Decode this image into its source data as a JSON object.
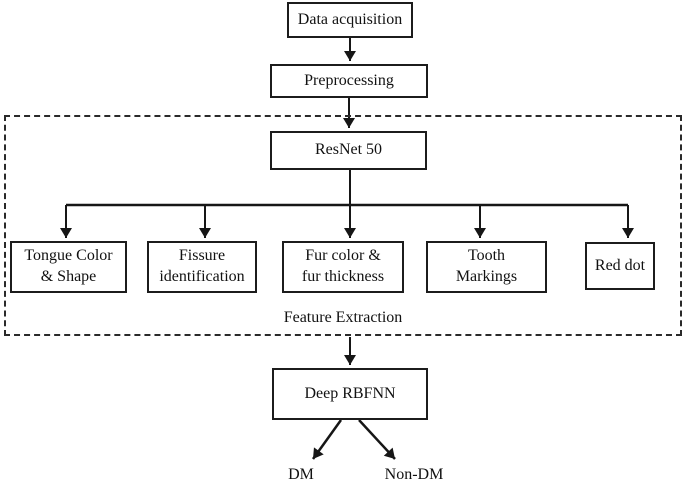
{
  "diagram": {
    "nodes": {
      "data_acquisition": {
        "label": "Data acquisition"
      },
      "preprocessing": {
        "label": "Preprocessing"
      },
      "resnet50": {
        "label": "ResNet 50"
      },
      "deep_rbfnn": {
        "label": "Deep RBFNN"
      }
    },
    "feature_region": {
      "label": "Feature Extraction",
      "boxes": [
        {
          "label": "Tongue Color & Shape",
          "line1": "Tongue Color",
          "line2": "& Shape"
        },
        {
          "label": "Fissure identification",
          "line1": "Fissure",
          "line2": "identification"
        },
        {
          "label": "Fur color & fur thickness",
          "line1": "Fur color &",
          "line2": "fur thickness"
        },
        {
          "label": "Tooth Markings",
          "line1": "Tooth",
          "line2": "Markings"
        },
        {
          "label": "Red dot",
          "line1": "Red dot"
        }
      ]
    },
    "outputs": [
      {
        "label": "DM"
      },
      {
        "label": "Non-DM"
      }
    ],
    "colors": {
      "line": "#161616",
      "box_border": "#1c1c1c",
      "box_fill": "#ffffff",
      "background": "#ffffff",
      "text": "#111111"
    }
  }
}
